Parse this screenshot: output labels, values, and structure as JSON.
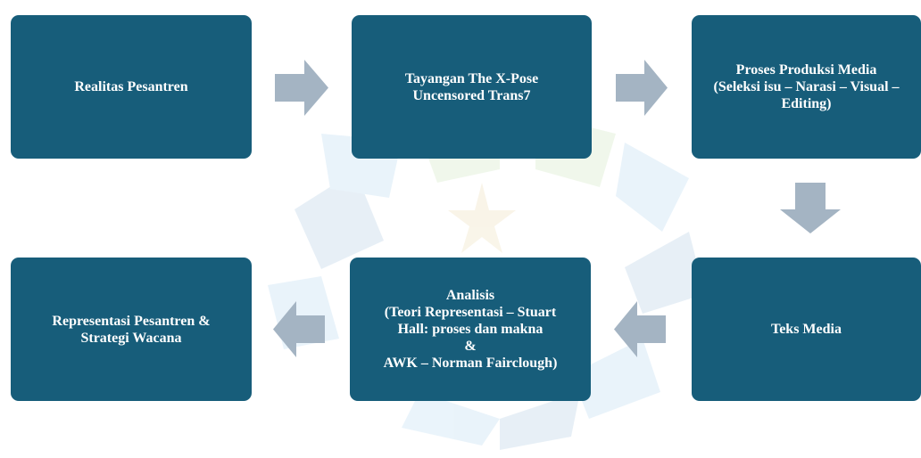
{
  "diagram": {
    "nodes": [
      {
        "id": "realitas",
        "label": "Realitas Pesantren"
      },
      {
        "id": "tayangan",
        "label": "Tayangan The X-Pose\nUncensored Trans7"
      },
      {
        "id": "proses",
        "label": "Proses Produksi Media\n(Seleksi isu – Narasi – Visual –\nEditing)"
      },
      {
        "id": "teks",
        "label": "Teks Media"
      },
      {
        "id": "analisis",
        "label": "Analisis\n(Teori Representasi – Stuart\nHall: proses dan makna\n&\nAWK – Norman Fairclough)"
      },
      {
        "id": "representasi",
        "label": "Representasi Pesantren &\nStrategi Wacana"
      }
    ],
    "edges": [
      {
        "from": "realitas",
        "to": "tayangan",
        "direction": "right"
      },
      {
        "from": "tayangan",
        "to": "proses",
        "direction": "right"
      },
      {
        "from": "proses",
        "to": "teks",
        "direction": "down"
      },
      {
        "from": "teks",
        "to": "analisis",
        "direction": "left"
      },
      {
        "from": "analisis",
        "to": "representasi",
        "direction": "left"
      }
    ],
    "colors": {
      "box_fill": "#175d7a",
      "box_text": "#ffffff",
      "arrow_fill": "#a4b4c3"
    }
  }
}
